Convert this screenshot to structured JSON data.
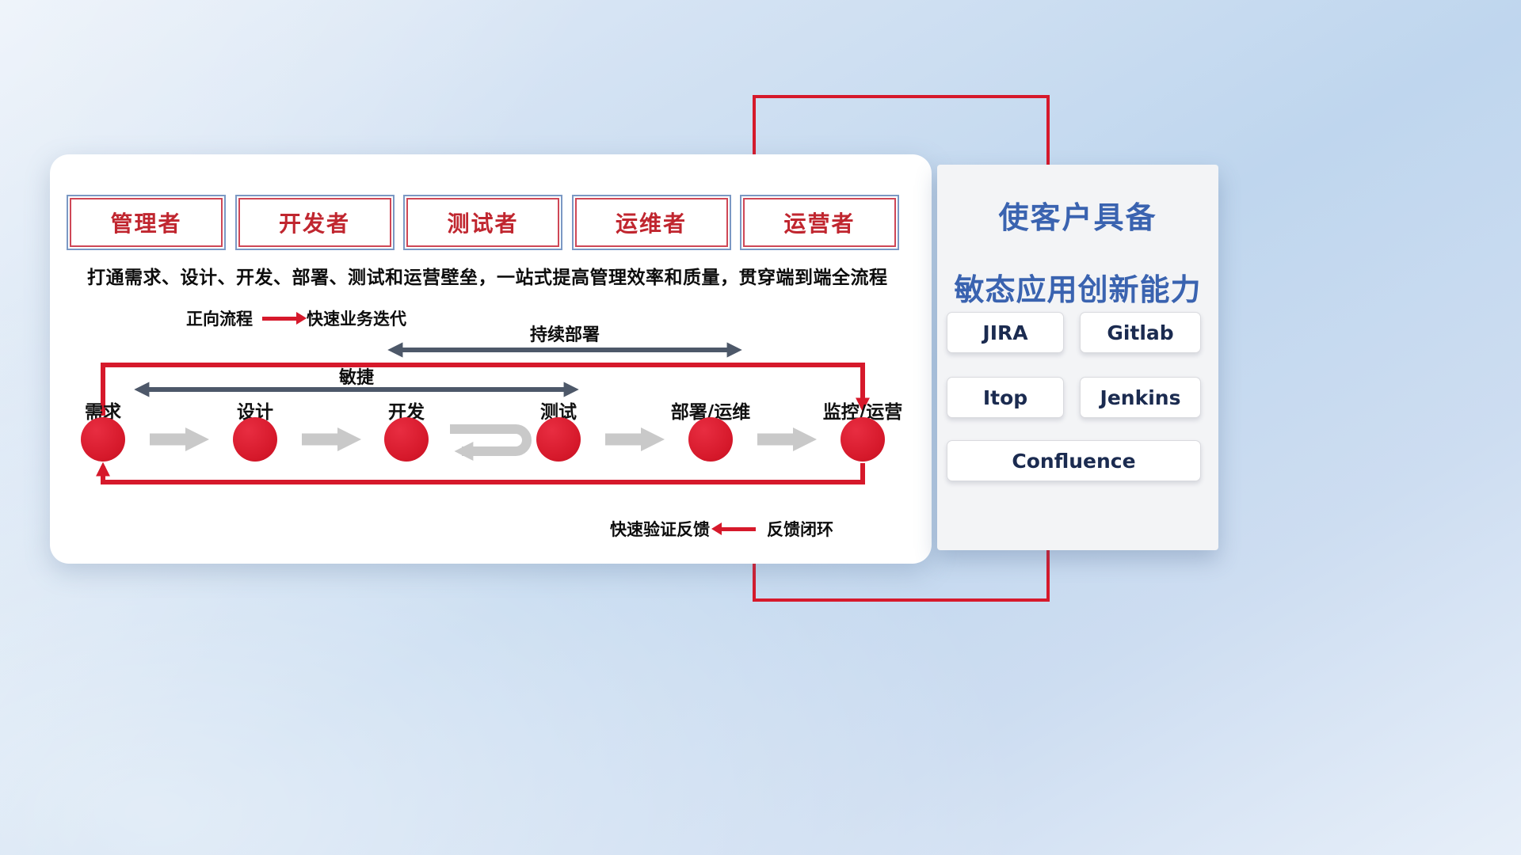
{
  "colors": {
    "accent_red": "#d6192b",
    "title_blue": "#3a63b0",
    "role_text_red": "#c0262f",
    "dark_span_arrow": "#4d5869",
    "flow_arrow_gray": "#c9c9c9"
  },
  "roles": [
    {
      "label": "管理者"
    },
    {
      "label": "开发者"
    },
    {
      "label": "测试者"
    },
    {
      "label": "运维者"
    },
    {
      "label": "运营者"
    }
  ],
  "description": "打通需求、设计、开发、部署、测试和运营壁垒，一站式提高管理效率和质量，贯穿端到端全流程",
  "legend_forward": {
    "label": "正向流程",
    "value": "快速业务迭代"
  },
  "span_arrows": {
    "continuous_deploy": "持续部署",
    "agile": "敏捷"
  },
  "flow": {
    "stages": [
      {
        "label": "需求"
      },
      {
        "label": "设计"
      },
      {
        "label": "开发"
      },
      {
        "label": "测试"
      },
      {
        "label": "部署/运维"
      },
      {
        "label": "监控/运营"
      }
    ]
  },
  "legend_feedback": {
    "label": "快速验证反馈",
    "value": "反馈闭环"
  },
  "side_panel": {
    "title_line1": "使客户具备",
    "title_line2": "敏态应用创新能力",
    "tools": [
      {
        "label": "JIRA"
      },
      {
        "label": "Gitlab"
      },
      {
        "label": "Itop"
      },
      {
        "label": "Jenkins"
      },
      {
        "label": "Confluence"
      }
    ]
  }
}
